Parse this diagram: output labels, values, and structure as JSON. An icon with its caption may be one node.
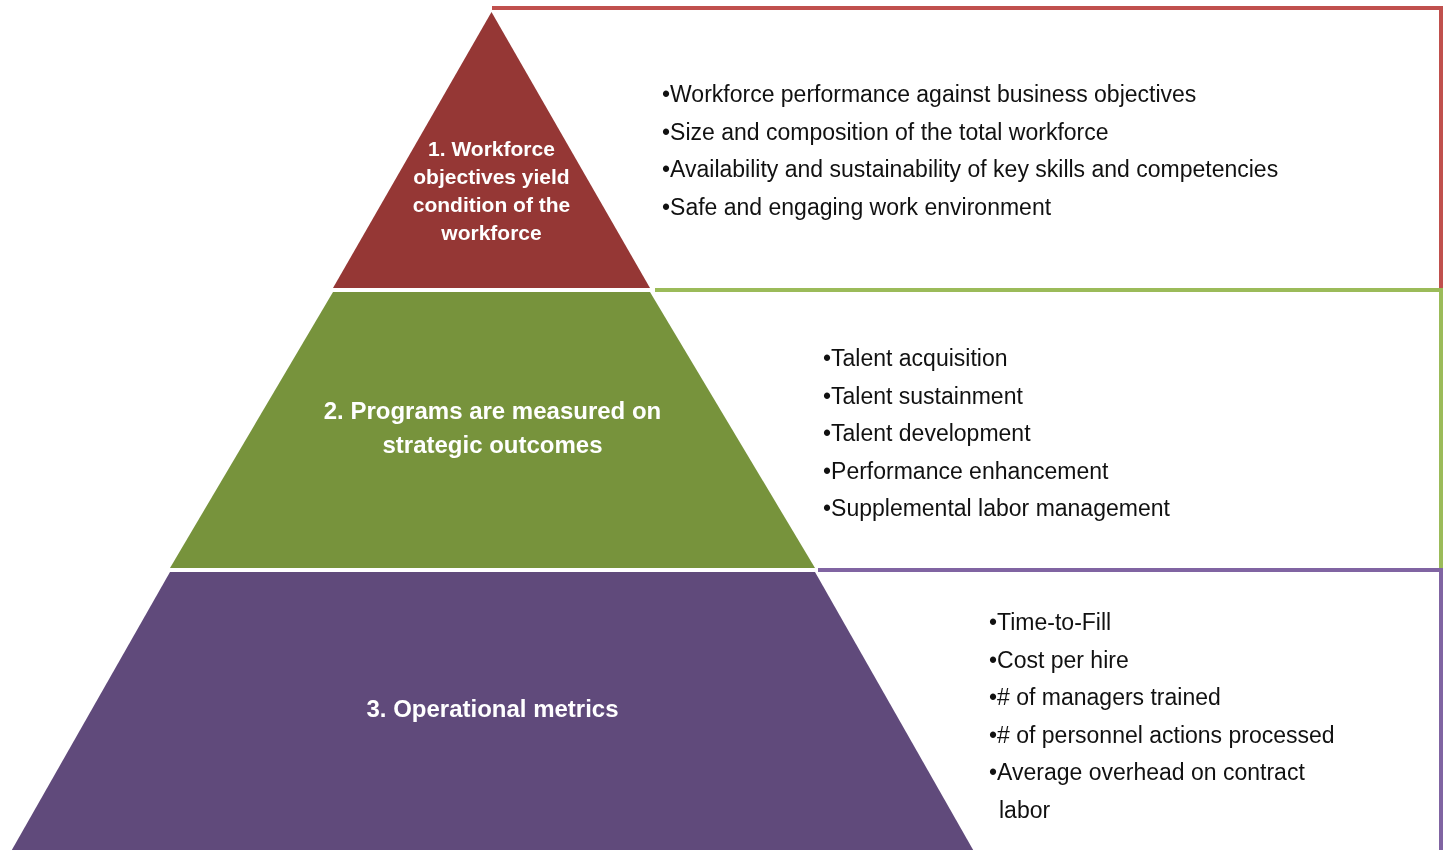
{
  "diagram": {
    "nodes": [
      {
        "text": [
          "1. Workforce objectives yield condition of the workforce"
        ]
      },
      {
        "text": [
          "•Workforce performance against business objectives",
          "•Size and composition of the total workforce",
          "•Availability and sustainability of key skills and competencies",
          "•Safe and engaging work environment"
        ]
      },
      {
        "text": [
          "2. Programs are measured on strategic outcomes"
        ]
      },
      {
        "text": [
          "•Talent acquisition",
          "•Talent sustainment",
          "•Talent development",
          "•Performance enhancement",
          "•Supplemental labor management"
        ]
      },
      {
        "text": [
          "3. Operational metrics"
        ]
      },
      {
        "text": [
          "•Time-to-Fill",
          "•Cost per hire",
          "•# of managers trained",
          "•# of personnel actions processed",
          "•Average overhead on contract labor"
        ]
      }
    ]
  }
}
